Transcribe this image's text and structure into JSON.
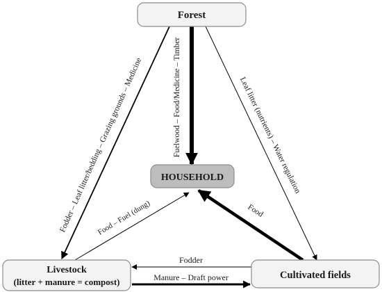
{
  "nodes": {
    "forest": {
      "label": "Forest"
    },
    "household": {
      "label": "HOUSEHOLD"
    },
    "livestock": {
      "label": "Livestock",
      "sublabel": "(litter + manure = compost)"
    },
    "fields": {
      "label": "Cultivated fields"
    }
  },
  "edges": {
    "forest_to_livestock": "Fodder – Leaf litter/bedding – Grazing grounds – Medicine",
    "forest_to_household": "Fuelwood – Food/Medicine – Timber",
    "forest_to_fields": "Leaf litter (nutrients) – Water regulation",
    "livestock_to_household": "Food – Fuel (dung)",
    "fields_to_household": "Food",
    "fields_to_livestock": "Fodder",
    "livestock_to_fields": "Manure – Draft power"
  },
  "colors": {
    "box_fill_light": "#f3f3f3",
    "household_fill": "#bdbdbd",
    "arrow": "#000000"
  }
}
